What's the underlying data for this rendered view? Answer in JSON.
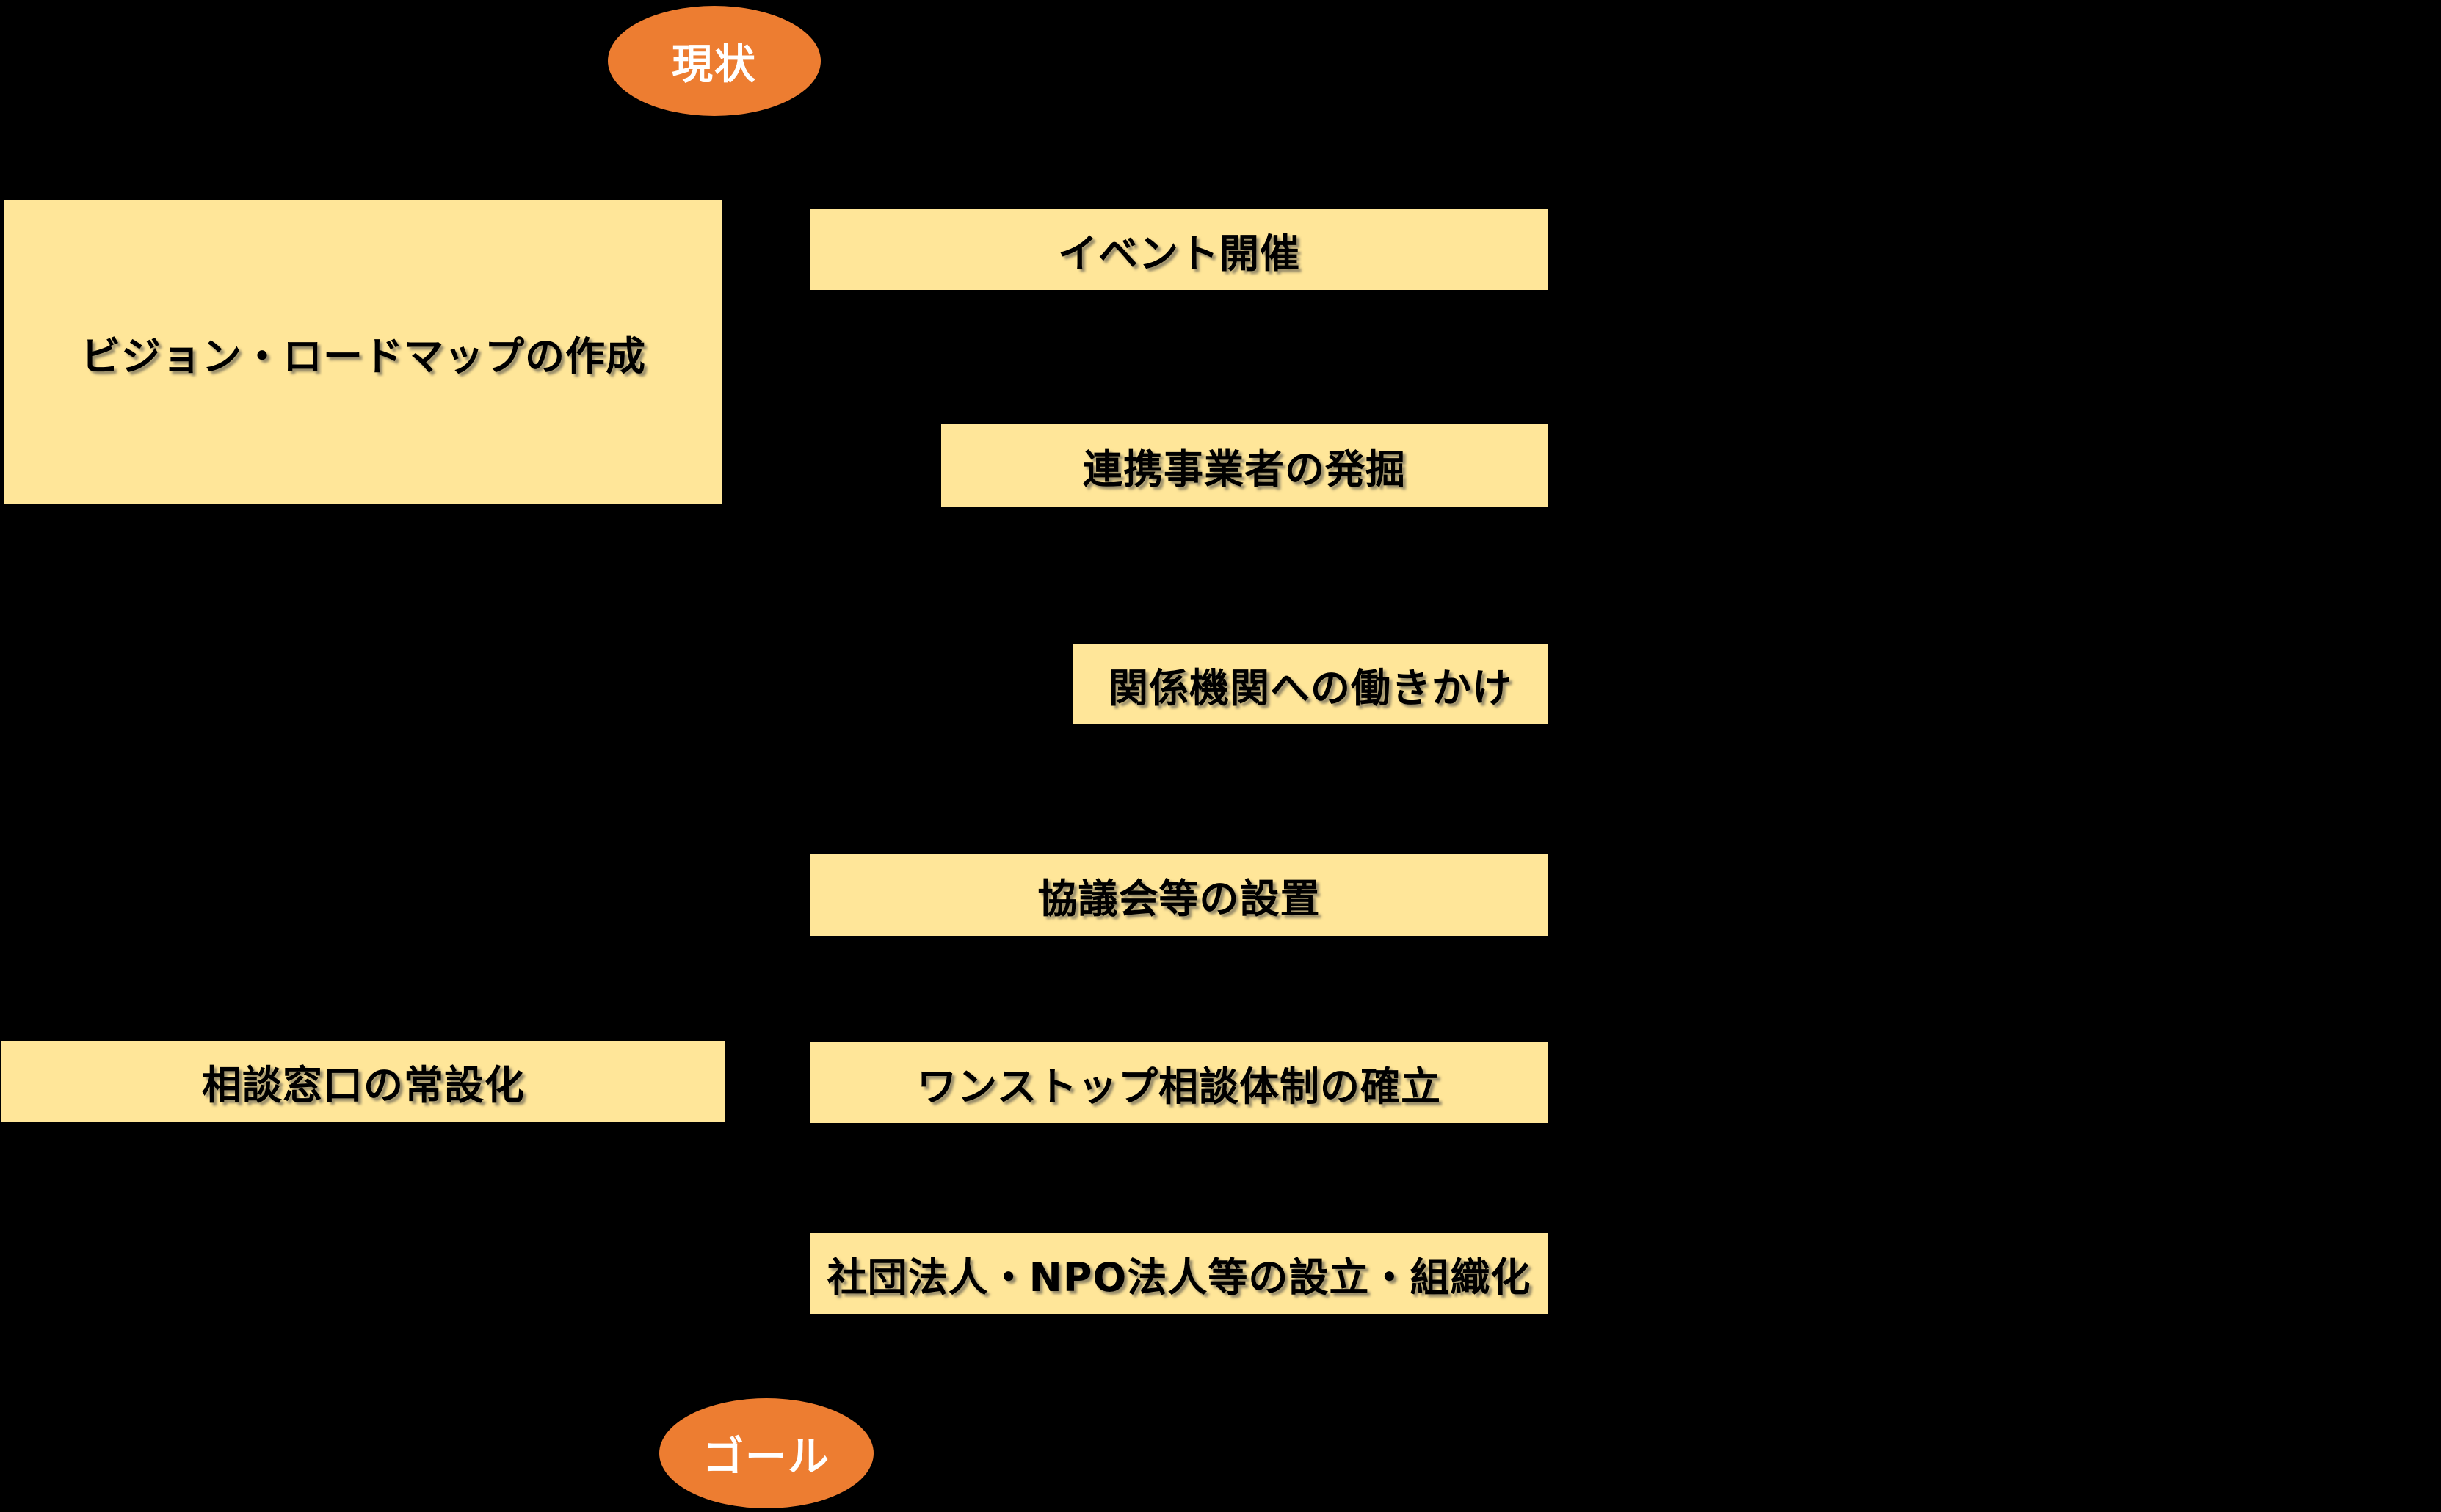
{
  "colors": {
    "background": "#000000",
    "node_fill": "#FFE699",
    "node_text": "#000000",
    "terminal_fill": "#ED7D31",
    "terminal_text": "#FFFFFF"
  },
  "flow": {
    "start": {
      "label": "現状"
    },
    "goal": {
      "label": "ゴール"
    },
    "left_column": [
      {
        "id": "vision",
        "label": "ビジョン・ロードマップの作成"
      },
      {
        "id": "consult-desk",
        "label": "相談窓口の常設化"
      }
    ],
    "right_column": [
      {
        "id": "event",
        "label": "イベント開催"
      },
      {
        "id": "partners",
        "label": "連携事業者の発掘"
      },
      {
        "id": "agencies",
        "label": "関係機関への働きかけ"
      },
      {
        "id": "council",
        "label": "協議会等の設置"
      },
      {
        "id": "one-stop",
        "label": "ワンストップ相談体制の確立"
      },
      {
        "id": "incorporation",
        "label": "社団法人・NPO法人等の設立・組織化"
      }
    ]
  }
}
